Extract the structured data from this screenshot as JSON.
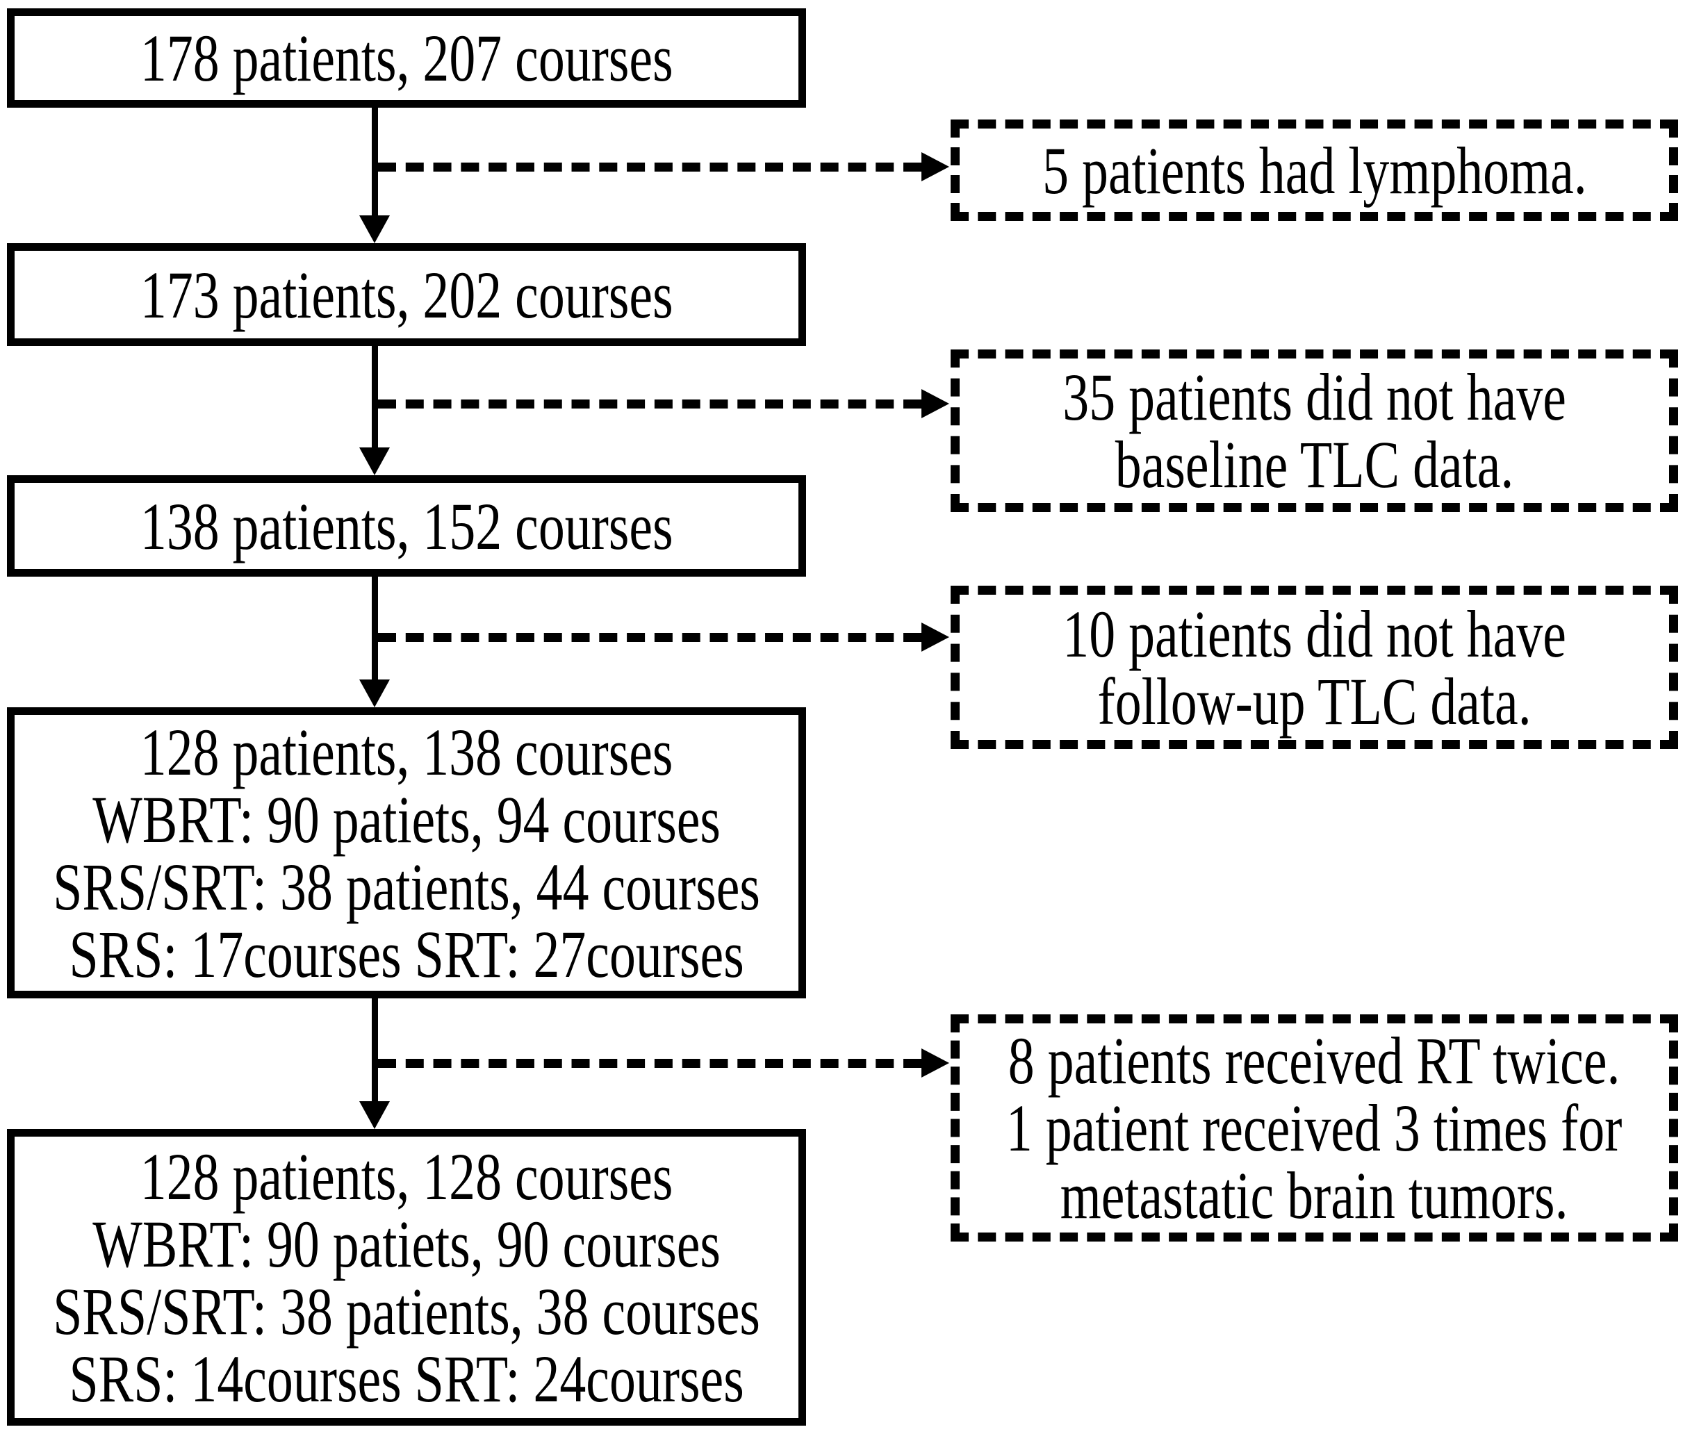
{
  "style": {
    "background": "#ffffff",
    "line_color": "#000000"
  },
  "flow_boxes": [
    {
      "id": "flow-box-1",
      "lines": [
        "178 patients, 207 courses"
      ]
    },
    {
      "id": "flow-box-2",
      "lines": [
        "173 patients, 202 courses"
      ]
    },
    {
      "id": "flow-box-3",
      "lines": [
        "138 patients, 152 courses"
      ]
    },
    {
      "id": "flow-box-4",
      "lines": [
        "128 patients, 138 courses",
        "WBRT: 90 patiets, 94 courses",
        "SRS/SRT: 38 patients, 44 courses",
        "SRS: 17courses SRT: 27courses"
      ]
    },
    {
      "id": "flow-box-5",
      "lines": [
        "128 patients, 128 courses",
        "WBRT: 90 patiets, 90 courses",
        "SRS/SRT: 38 patients, 38 courses",
        "SRS: 14courses SRT: 24courses"
      ]
    }
  ],
  "exclusion_boxes": [
    {
      "id": "exclusion-box-1",
      "lines": [
        "5 patients had lymphoma."
      ]
    },
    {
      "id": "exclusion-box-2",
      "lines": [
        "35 patients did not have",
        "baseline TLC data."
      ]
    },
    {
      "id": "exclusion-box-3",
      "lines": [
        "10 patients did not have",
        "follow-up TLC data."
      ]
    },
    {
      "id": "exclusion-box-4",
      "lines": [
        "8 patients received RT twice.",
        "1 patient received 3 times for",
        "metastatic brain tumors."
      ]
    }
  ],
  "connectors": {
    "vertical_arrows": [
      {
        "from": "flow-box-1",
        "to": "flow-box-2",
        "style": "solid"
      },
      {
        "from": "flow-box-2",
        "to": "flow-box-3",
        "style": "solid"
      },
      {
        "from": "flow-box-3",
        "to": "flow-box-4",
        "style": "solid"
      },
      {
        "from": "flow-box-4",
        "to": "flow-box-5",
        "style": "solid"
      }
    ],
    "branch_arrows": [
      {
        "from": "flow-box-1",
        "to": "exclusion-box-1",
        "style": "dashed"
      },
      {
        "from": "flow-box-2",
        "to": "exclusion-box-2",
        "style": "dashed"
      },
      {
        "from": "flow-box-3",
        "to": "exclusion-box-3",
        "style": "dashed"
      },
      {
        "from": "flow-box-4",
        "to": "exclusion-box-4",
        "style": "dashed"
      }
    ]
  }
}
